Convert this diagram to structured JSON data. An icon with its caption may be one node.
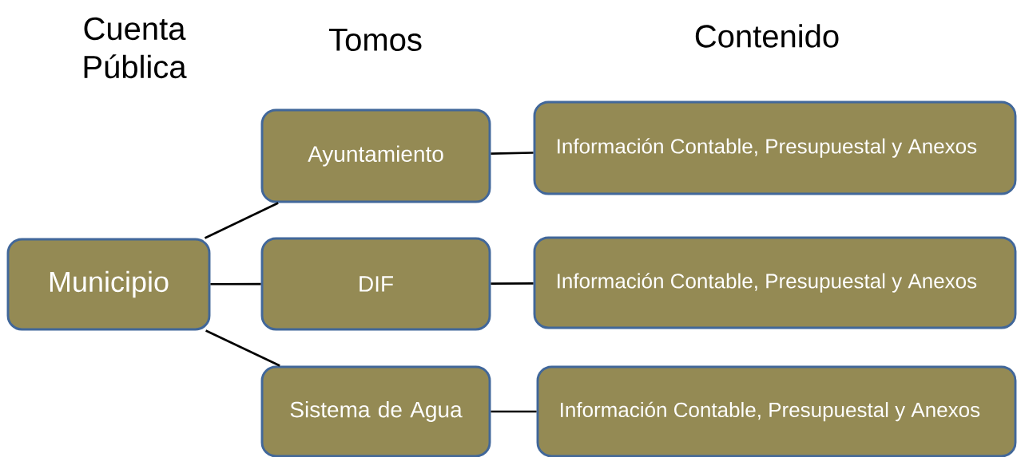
{
  "diagram": {
    "nodes": [
      {
        "text": [
          "Municipio"
        ]
      },
      {
        "text": [
          "Ayuntamiento"
        ]
      },
      {
        "text": [
          "DIF"
        ]
      },
      {
        "text": [
          "Sistema de Agua"
        ]
      },
      {
        "text": [
          "Información Contable, Presupuestal y Anexos"
        ]
      },
      {
        "text": [
          "Información Contable, Presupuestal y Anexos"
        ]
      },
      {
        "text": [
          "Información Contable, Presupuestal y Anexos"
        ]
      }
    ],
    "edges": [
      {
        "from": 0,
        "to": 1,
        "arrow": "none"
      },
      {
        "from": 0,
        "to": 2,
        "arrow": "none"
      },
      {
        "from": 0,
        "to": 3,
        "arrow": "none"
      },
      {
        "from": 1,
        "to": 4,
        "arrow": "none"
      },
      {
        "from": 2,
        "to": 5,
        "arrow": "none"
      },
      {
        "from": 3,
        "to": 6,
        "arrow": "none"
      }
    ],
    "labels": [
      "Cuenta Pública",
      "Tomos",
      "Contenido"
    ]
  }
}
